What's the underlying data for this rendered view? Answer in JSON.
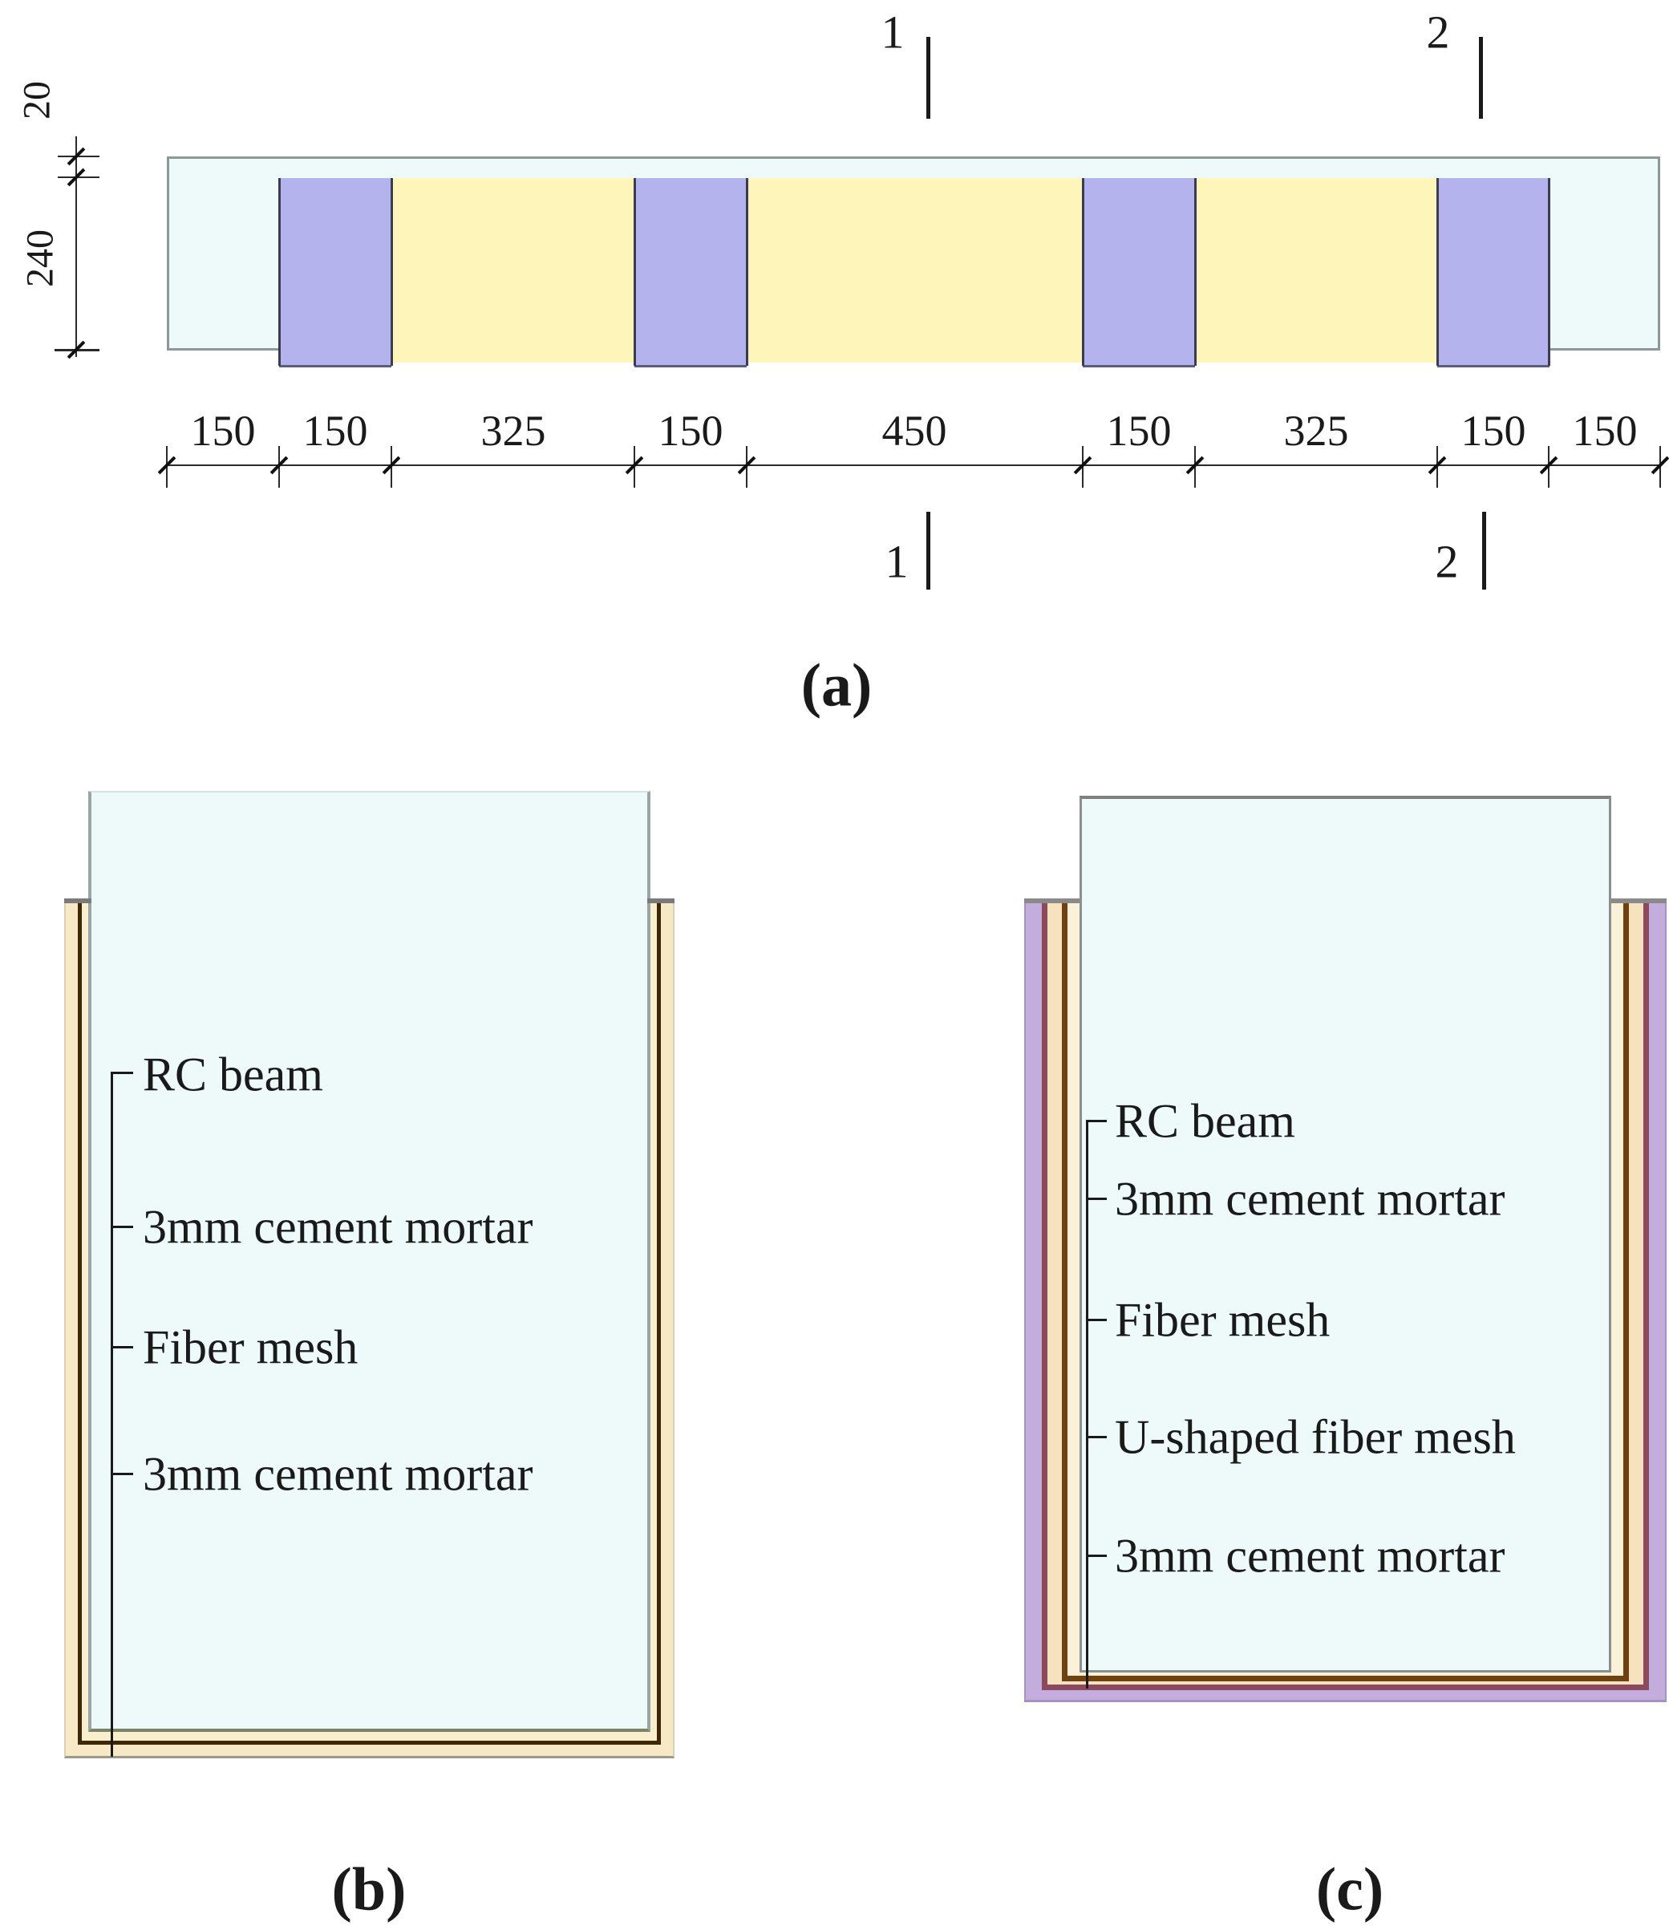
{
  "figure": {
    "panel_a_caption": "(a)",
    "panel_b_caption": "(b)",
    "panel_c_caption": "(c)"
  },
  "elevation": {
    "section_markers": {
      "top": [
        "1",
        "2"
      ],
      "bottom": [
        "1",
        "2"
      ]
    },
    "vertical_dims": {
      "cover": "20",
      "depth": "240"
    },
    "dims": [
      "150",
      "150",
      "325",
      "150",
      "450",
      "150",
      "325",
      "150",
      "150"
    ]
  },
  "section_b": {
    "labels": [
      "RC beam",
      "3mm cement mortar",
      "Fiber mesh",
      "3mm cement mortar"
    ]
  },
  "section_c": {
    "labels": [
      "RC beam",
      "3mm cement mortar",
      "Fiber mesh",
      "U-shaped fiber mesh",
      "3mm cement mortar"
    ]
  },
  "colors": {
    "beam_fill": "#eef9fa",
    "beam_border": "#8b9898",
    "u_jacket_purple": "#b5b3ee",
    "mesh_zone_yellow": "#fdf5ba",
    "mortar_cream": "#f7e9c6",
    "fiber_mesh_brown": "#3f2605",
    "u_mesh_maroon": "#8c4a5c",
    "outer_u_purple": "#c2addc",
    "ink": "#1a1a1a"
  }
}
